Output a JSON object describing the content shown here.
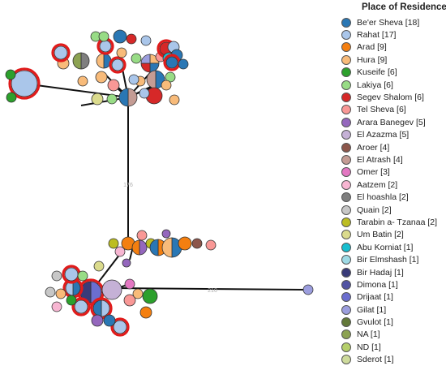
{
  "legend": {
    "title": "Place of Residence",
    "items": [
      {
        "label": "Be'er Sheva [18]",
        "color": "#2a77b4"
      },
      {
        "label": "Rahat [17]",
        "color": "#aac6ea"
      },
      {
        "label": "Arad [9]",
        "color": "#f47f10"
      },
      {
        "label": "Hura [9]",
        "color": "#f8bb7a"
      },
      {
        "label": "Kuseife [6]",
        "color": "#2ca02c"
      },
      {
        "label": "Lakiya [6]",
        "color": "#98dc86"
      },
      {
        "label": "Segev Shalom [6]",
        "color": "#d62828"
      },
      {
        "label": "Tel Sheva [6]",
        "color": "#f99896"
      },
      {
        "label": "Arara Banegev [5]",
        "color": "#9467bd"
      },
      {
        "label": "El Azazma [5]",
        "color": "#c5b1d6"
      },
      {
        "label": "Aroer [4]",
        "color": "#8c564b"
      },
      {
        "label": "El Atrash [4]",
        "color": "#c49c94"
      },
      {
        "label": "Omer [3]",
        "color": "#e377c2"
      },
      {
        "label": "Aatzem [2]",
        "color": "#f7b6d2"
      },
      {
        "label": "El hoashla [2]",
        "color": "#7f7f7f"
      },
      {
        "label": "Quain [2]",
        "color": "#c7c7c7"
      },
      {
        "label": "Tarabin a- Tzanaa [2]",
        "color": "#bcbd22"
      },
      {
        "label": "Um Batin [2]",
        "color": "#dbdb8d"
      },
      {
        "label": "Abu Korniat [1]",
        "color": "#17becf"
      },
      {
        "label": "Bir Elmshash [1]",
        "color": "#9edae5"
      },
      {
        "label": "Bir Hadaj [1]",
        "color": "#393b79"
      },
      {
        "label": "Dimona [1]",
        "color": "#5254a3"
      },
      {
        "label": "Drijaat [1]",
        "color": "#6b6ecf"
      },
      {
        "label": "Gilat [1]",
        "color": "#9c9ede"
      },
      {
        "label": "Gvulot [1]",
        "color": "#637939"
      },
      {
        "label": "NA [1]",
        "color": "#8ca252"
      },
      {
        "label": "ND [1]",
        "color": "#b5cf6b"
      },
      {
        "label": "Sderot [1]",
        "color": "#cedb9c"
      }
    ]
  },
  "edge_labels": [
    "176",
    "210"
  ]
}
